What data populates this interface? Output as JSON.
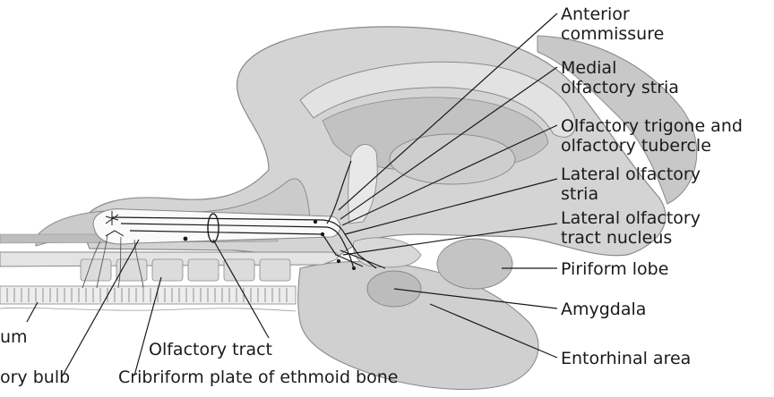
{
  "labels": {
    "anterior_commissure": [
      "Anterior",
      "commissure"
    ],
    "medial_olfactory_stria": [
      "Medial",
      "olfactory stria"
    ],
    "olfactory_trigone": [
      "Olfactory trigone and",
      "olfactory tubercle"
    ],
    "lateral_olfactory_stria": [
      "Lateral olfactory",
      "stria"
    ],
    "lateral_olfactory_tract_nucleus": [
      "Lateral olfactory",
      "tract nucleus"
    ],
    "piriform_lobe": "Piriform lobe",
    "amygdala": "Amygdala",
    "entorhinal_area": "Entorhinal area",
    "olfactory_tract": "Olfactory tract",
    "cribriform_plate": "Cribriform plate of ethmoid bone",
    "olfactory_bulb": "ory bulb",
    "epithelium": "um"
  },
  "colors": {
    "brain_fill": "#d4d4d4",
    "brain_light": "#e6e6e6",
    "brain_dark": "#b6b6b6",
    "bulb_fill": "#fafafa",
    "outline": "#8a8a8a",
    "ink": "#1a1a1a"
  }
}
